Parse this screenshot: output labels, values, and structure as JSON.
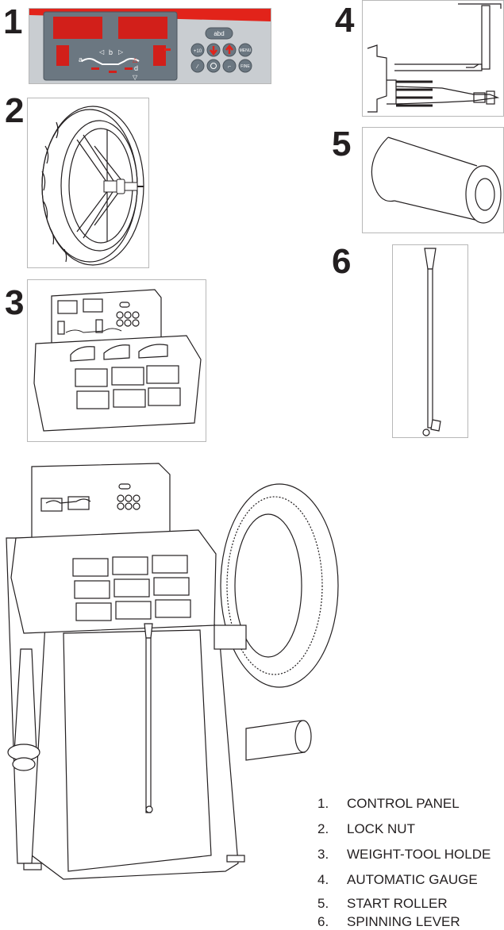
{
  "figures": [
    {
      "number": "1",
      "part": "control-panel"
    },
    {
      "number": "2",
      "part": "lock-nut"
    },
    {
      "number": "3",
      "part": "weight-tool-holder"
    },
    {
      "number": "4",
      "part": "automatic-gauge"
    },
    {
      "number": "5",
      "part": "start-roller"
    },
    {
      "number": "6",
      "part": "spinning-lever"
    }
  ],
  "panel": {
    "top_button": "abd",
    "btn_plus10": "+10",
    "btn_menu": "MENU",
    "btn_fine": "FINE",
    "label_a": "a",
    "label_b": "b",
    "label_d": "d",
    "accent_color": "#e2231a",
    "panel_color": "#6b7781"
  },
  "legend": [
    {
      "n": "1.",
      "label": "CONTROL PANEL"
    },
    {
      "n": "2.",
      "label": "LOCK NUT"
    },
    {
      "n": "3.",
      "label": "WEIGHT-TOOL HOLDE"
    },
    {
      "n": "4.",
      "label": "AUTOMATIC GAUGE"
    },
    {
      "n": "5.",
      "label": "START ROLLER"
    },
    {
      "n": "6.",
      "label": "SPINNING LEVER"
    }
  ]
}
